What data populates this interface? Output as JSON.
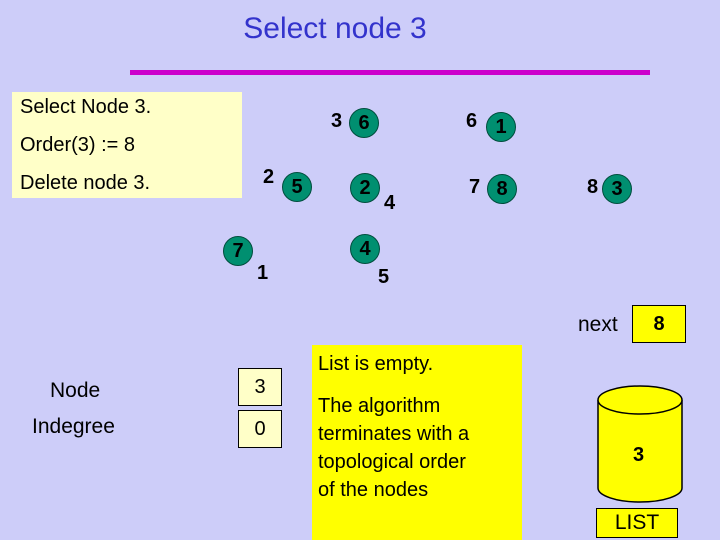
{
  "title": "Select node 3",
  "info": {
    "line1": "Select Node 3.",
    "line2": "Order(3) := 8",
    "line3": "Delete node 3."
  },
  "graph": {
    "nodes": [
      {
        "name": "node-6-pair",
        "label": "3",
        "value": "6"
      },
      {
        "name": "node-1-pair",
        "label": "6",
        "value": "1"
      },
      {
        "name": "node-5-pair",
        "label": "2",
        "value": "5"
      },
      {
        "name": "node-2-pair",
        "label": "",
        "value": "2",
        "extra": "4"
      },
      {
        "name": "node-8-pair",
        "label": "7",
        "value": "8"
      },
      {
        "name": "node-3-pair",
        "label": "8",
        "value": "3"
      },
      {
        "name": "node-7-pair",
        "label": "",
        "value": "7",
        "extra": "1"
      },
      {
        "name": "node-4-pair",
        "label": "",
        "value": "4",
        "extra": "5"
      }
    ]
  },
  "table": {
    "row_labels": [
      "Node",
      "Indegree"
    ],
    "node_value": "3",
    "indegree_value": "0"
  },
  "message": {
    "line1": "List is empty.",
    "line2": "The algorithm",
    "line3": "terminates with a",
    "line4": "topological order",
    "line5": "of the nodes"
  },
  "next": {
    "label": "next",
    "value": "8"
  },
  "list": {
    "value": "3",
    "label": "LIST"
  },
  "colors": {
    "node_fill": "#008f70",
    "title": "#3333cc",
    "rule": "#cc00cc",
    "highlight": "#ffff00"
  }
}
